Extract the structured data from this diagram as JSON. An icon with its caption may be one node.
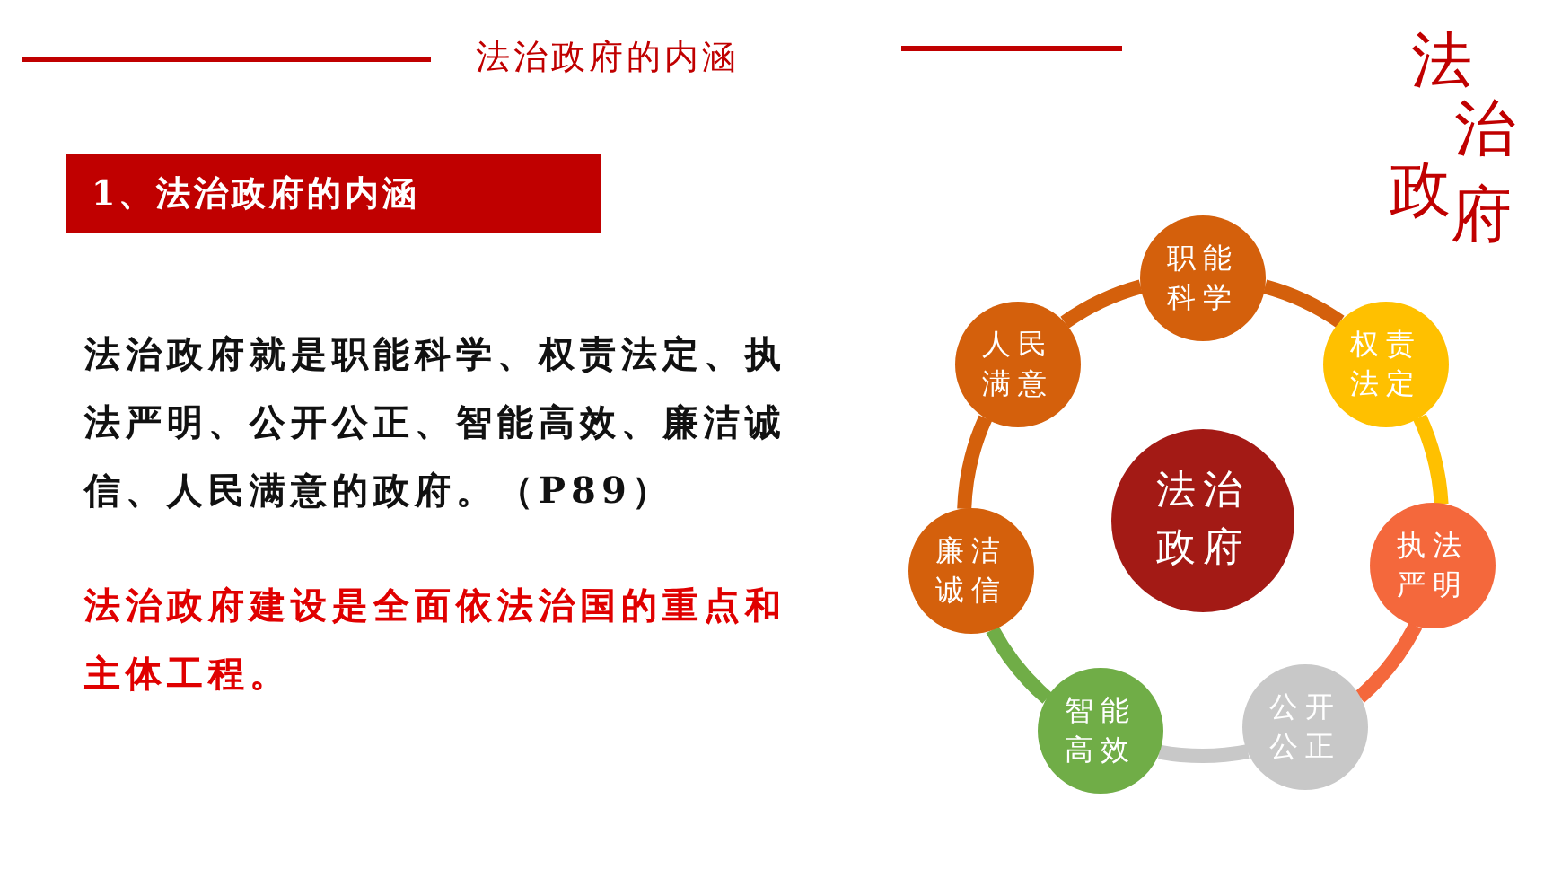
{
  "diagram": {
    "title": "法治政府的内涵",
    "nodes": [
      {
        "text": [
          "1、法治政府的内涵"
        ]
      },
      {
        "text": [
          "法治政府"
        ]
      },
      {
        "text": [
          "职能科学"
        ]
      },
      {
        "text": [
          "权责法定"
        ]
      },
      {
        "text": [
          "执法严明"
        ]
      },
      {
        "text": [
          "公开公正"
        ]
      },
      {
        "text": [
          "智能高效"
        ]
      },
      {
        "text": [
          "廉洁诚信"
        ]
      },
      {
        "text": [
          "人民满意"
        ]
      }
    ],
    "edges": [
      {
        "from": 2,
        "to": 3,
        "arrow": "none"
      },
      {
        "from": 3,
        "to": 4,
        "arrow": "none",
        "color": "#ffc000"
      },
      {
        "from": 4,
        "to": 5,
        "arrow": "none",
        "color": "#f4683c"
      },
      {
        "from": 5,
        "to": 6,
        "arrow": "none",
        "color": "#c8c8c8"
      },
      {
        "from": 6,
        "to": 7,
        "arrow": "none",
        "color": "#70ad47"
      },
      {
        "from": 7,
        "to": 8,
        "arrow": "none"
      },
      {
        "from": 8,
        "to": 2,
        "arrow": "none"
      }
    ],
    "labels": [
      "法治政府",
      "**法治政府**就是职能科学、权责法定、执法严明、公开公正、智能高效、廉洁诚信、人民满意的政府。（P89）",
      "法治政府建设是全面依法治国的重点和主体工程。"
    ]
  }
}
